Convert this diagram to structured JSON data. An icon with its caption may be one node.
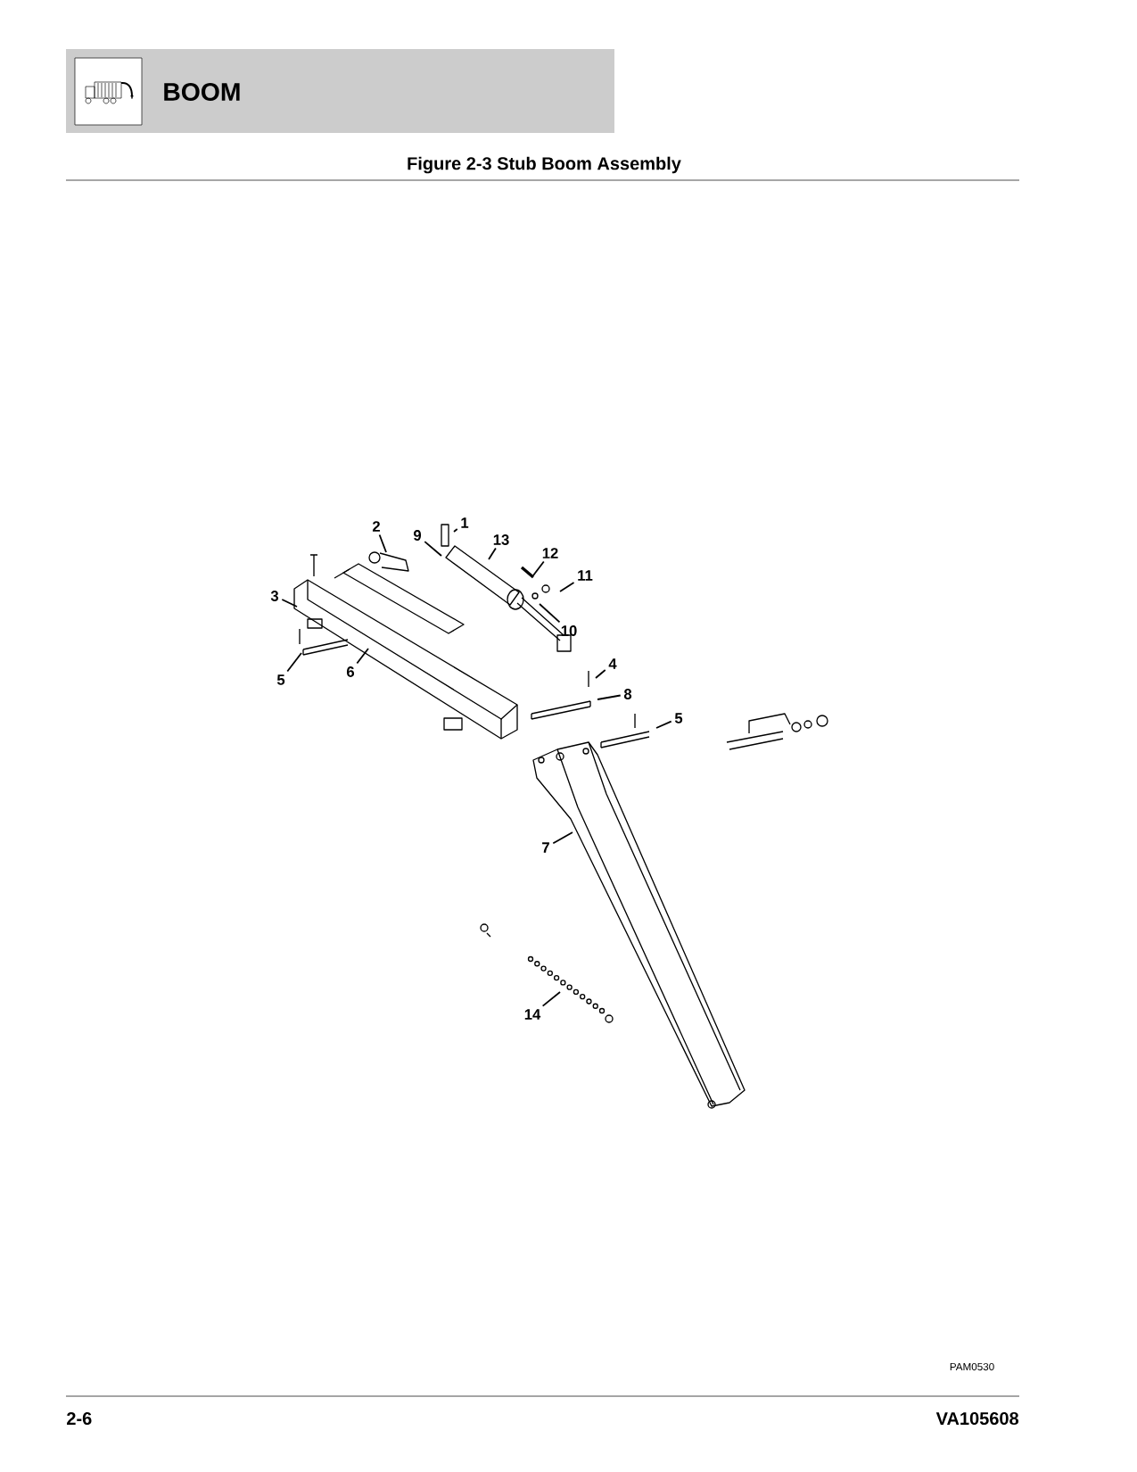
{
  "diagram": {
    "title": "BOOM",
    "caption": "Figure 2-3 Stub Boom Assembly",
    "nodes": [
      {
        "text": [
          "2"
        ]
      },
      {
        "text": [
          "1"
        ]
      },
      {
        "text": [
          "9"
        ]
      },
      {
        "text": [
          "13"
        ]
      },
      {
        "text": [
          "12"
        ]
      },
      {
        "text": [
          "11"
        ]
      },
      {
        "text": [
          "3"
        ]
      },
      {
        "text": [
          "10"
        ]
      },
      {
        "text": [
          "4"
        ]
      },
      {
        "text": [
          "6"
        ]
      },
      {
        "text": [
          "5"
        ]
      },
      {
        "text": [
          "8"
        ]
      },
      {
        "text": [
          "5"
        ]
      },
      {
        "text": [
          "7"
        ]
      },
      {
        "text": [
          "14"
        ]
      }
    ],
    "edges": [
      {
        "from": 0,
        "to": null,
        "arrow": "none"
      },
      {
        "from": 1,
        "to": null,
        "arrow": "none"
      },
      {
        "from": 2,
        "to": null,
        "arrow": "none"
      },
      {
        "from": 3,
        "to": null,
        "arrow": "none"
      },
      {
        "from": 4,
        "to": null,
        "arrow": "none"
      },
      {
        "from": 5,
        "to": null,
        "arrow": "none"
      },
      {
        "from": 6,
        "to": null,
        "arrow": "none"
      },
      {
        "from": 7,
        "to": null,
        "arrow": "none"
      },
      {
        "from": 8,
        "to": null,
        "arrow": "none"
      },
      {
        "from": 9,
        "to": null,
        "arrow": "none"
      },
      {
        "from": 10,
        "to": null,
        "arrow": "none"
      },
      {
        "from": 11,
        "to": null,
        "arrow": "none"
      },
      {
        "from": 12,
        "to": null,
        "arrow": "none"
      },
      {
        "from": 13,
        "to": null,
        "arrow": "none"
      },
      {
        "from": 14,
        "to": null,
        "arrow": "none"
      }
    ],
    "labels": [
      "PAM0530",
      "2-6",
      "VA105608"
    ]
  }
}
